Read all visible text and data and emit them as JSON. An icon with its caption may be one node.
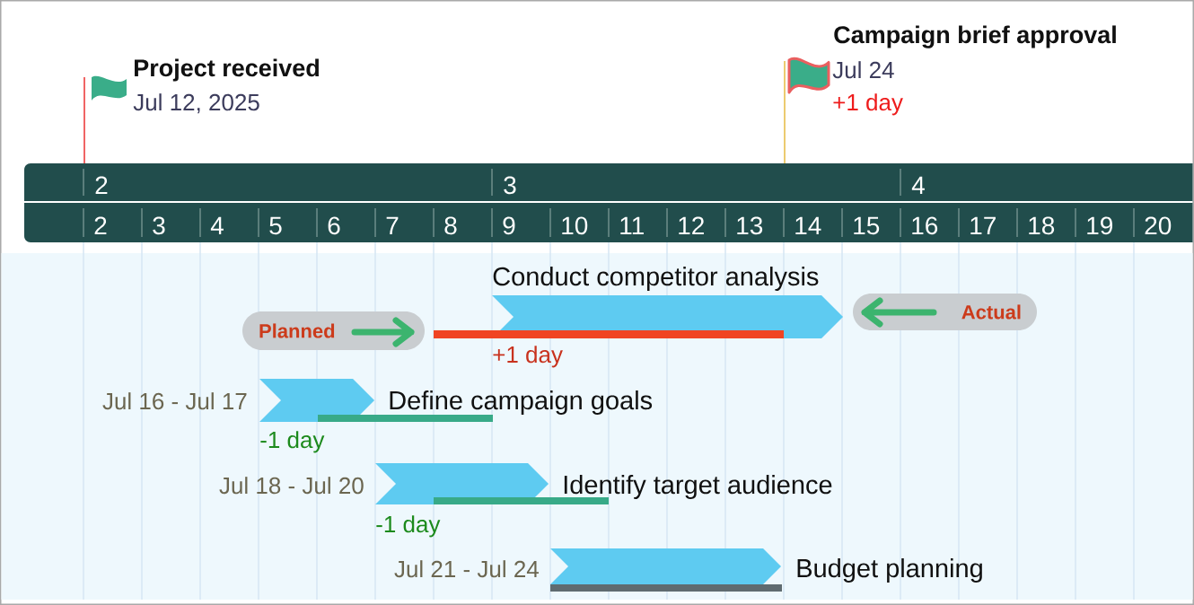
{
  "diagram": {
    "nodes": [
      {
        "text": [],
        "shape": "flag",
        "beside": [
          "Project received",
          "Jul 12, 2025"
        ]
      },
      {
        "text": [],
        "shape": "flag",
        "beside": [
          "Campaign brief approval",
          "Jul 24",
          "+1 day"
        ]
      },
      {
        "text": [
          "Planned"
        ]
      },
      {
        "text": [],
        "shape": "bar",
        "beside": [
          "Conduct competitor analysis",
          "+1 day"
        ]
      },
      {
        "text": [
          "Actual"
        ]
      },
      {
        "text": [],
        "shape": "bar",
        "beside": [
          "Jul 16 - Jul 17",
          "Define campaign goals",
          "-1 day"
        ]
      },
      {
        "text": [],
        "shape": "bar",
        "beside": [
          "Jul 18 - Jul 20",
          "Identify target audience",
          "-1 day"
        ]
      },
      {
        "text": [],
        "shape": "bar",
        "beside": [
          "Jul 21 - Jul 24",
          "Budget planning"
        ]
      }
    ],
    "labels": [
      "2",
      "3",
      "4",
      "2",
      "3",
      "4",
      "5",
      "6",
      "7",
      "8",
      "9",
      "10",
      "11",
      "12",
      "13",
      "14",
      "15",
      "16",
      "17",
      "18",
      "19",
      "20"
    ]
  }
}
